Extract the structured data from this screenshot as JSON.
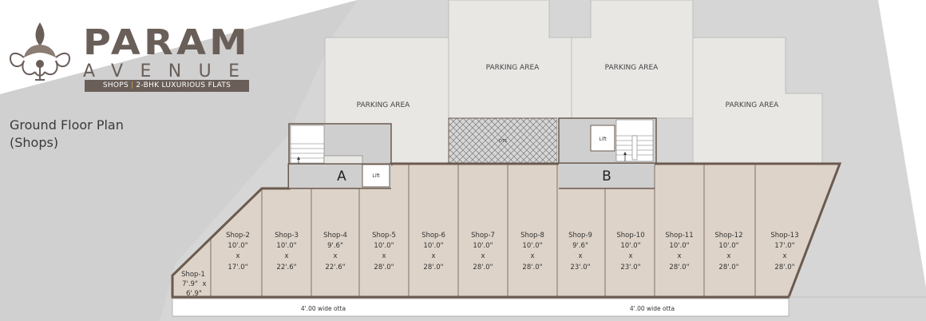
{
  "brand": {
    "name_top": "PARAM",
    "name_bottom": "AVENUE",
    "tagline_left": "SHOPS",
    "tagline_sep": "|",
    "tagline_right": "2-BHK LUXURIOUS FLATS"
  },
  "title": {
    "line1": "Ground Floor Plan",
    "line2": "(Shops)"
  },
  "parking": [
    {
      "label": "PARKING  AREA"
    },
    {
      "label": "PARKING  AREA"
    },
    {
      "label": "PARKING  AREA"
    },
    {
      "label": "PARKING  AREA"
    }
  ],
  "stairs": {
    "a": {
      "block": "A",
      "up": "Up",
      "lift": "Lift"
    },
    "b": {
      "block": "B",
      "up": "Up",
      "lift": "Lift"
    }
  },
  "duct": "OTS",
  "shops": [
    {
      "name": "Shop-1",
      "w": "7'.9\"",
      "x": "x",
      "d": "6'.9\""
    },
    {
      "name": "Shop-2",
      "w": "10'.0\"",
      "x": "x",
      "d": "17'.0\""
    },
    {
      "name": "Shop-3",
      "w": "10'.0\"",
      "x": "x",
      "d": "22'.6\""
    },
    {
      "name": "Shop-4",
      "w": "9'.6\"",
      "x": "x",
      "d": "22'.6\""
    },
    {
      "name": "Shop-5",
      "w": "10'.0\"",
      "x": "x",
      "d": "28'.0\""
    },
    {
      "name": "Shop-6",
      "w": "10'.0\"",
      "x": "x",
      "d": "28'.0\""
    },
    {
      "name": "Shop-7",
      "w": "10'.0\"",
      "x": "x",
      "d": "28'.0\""
    },
    {
      "name": "Shop-8",
      "w": "10'.0\"",
      "x": "x",
      "d": "28'.0\""
    },
    {
      "name": "Shop-9",
      "w": "9'.6\"",
      "x": "x",
      "d": "23'.0\""
    },
    {
      "name": "Shop-10",
      "w": "10'.0\"",
      "x": "x",
      "d": "23'.0\""
    },
    {
      "name": "Shop-11",
      "w": "10'.0\"",
      "x": "x",
      "d": "28'.0\""
    },
    {
      "name": "Shop-12",
      "w": "10'.0\"",
      "x": "x",
      "d": "28'.0\""
    },
    {
      "name": "Shop-13",
      "w": "17'.0\"",
      "x": "x",
      "d": "28'.0\""
    }
  ],
  "otta": [
    {
      "label": "4'.00 wide otta"
    },
    {
      "label": "4'.00 wide otta"
    }
  ],
  "colors": {
    "plot": "#d5d5d5",
    "parking": "#e9e7e4",
    "shop": "#ddd3c8",
    "wall": "#6b5a4e",
    "core": "#cfcfcf",
    "brand": "#6a5e59"
  }
}
